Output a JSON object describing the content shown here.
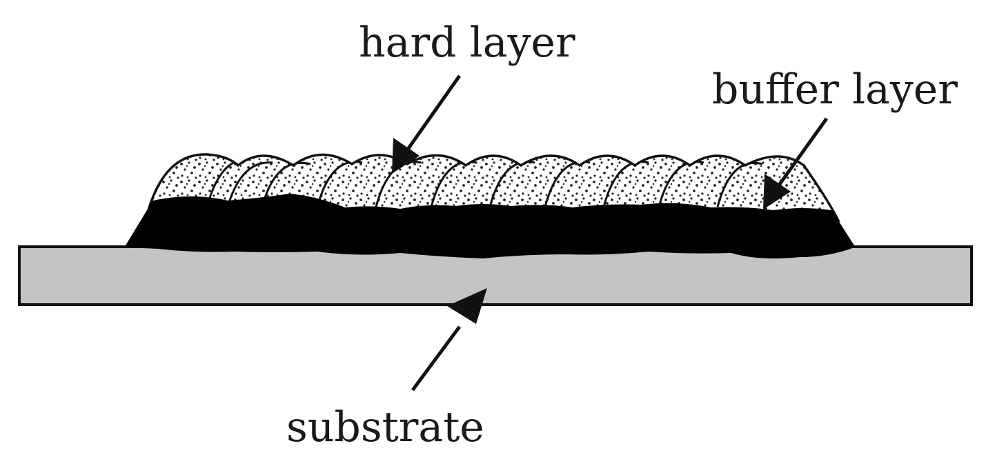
{
  "labels": {
    "hard_layer": "hard layer",
    "buffer_layer": "buffer layer",
    "substrate": "substrate"
  },
  "colors": {
    "substrate_fill": "#c4c4c4",
    "outline": "#111111",
    "buffer_fill": "#000000",
    "hard_fill": "#ffffff",
    "speckle": "#222222"
  }
}
